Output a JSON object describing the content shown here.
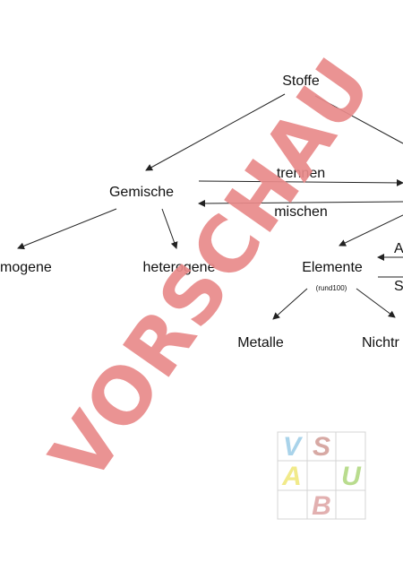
{
  "diagram": {
    "nodes": {
      "stoffe": "Stoffe",
      "gemische": "Gemische",
      "trennen": "trennen",
      "mischen": "mischen",
      "homogene_partial": "mogene",
      "heterogene": "heterogene",
      "elemente": "Elemente",
      "elemente_note": "(rund100)",
      "metalle": "Metalle",
      "nichtmetalle_partial": "Nichtr",
      "cut_a": "A",
      "cut_s": "S"
    }
  },
  "watermark": {
    "text": "VORSCHAU",
    "color": "#e88a8a"
  },
  "logo": {
    "letters": [
      "V",
      "S",
      "A",
      "U",
      "B"
    ],
    "colors": {
      "V": "#a9d3ea",
      "S": "#d7a9a4",
      "A": "#f1ea8a",
      "U": "#b9dc8e",
      "B": "#e2b0b0"
    }
  }
}
